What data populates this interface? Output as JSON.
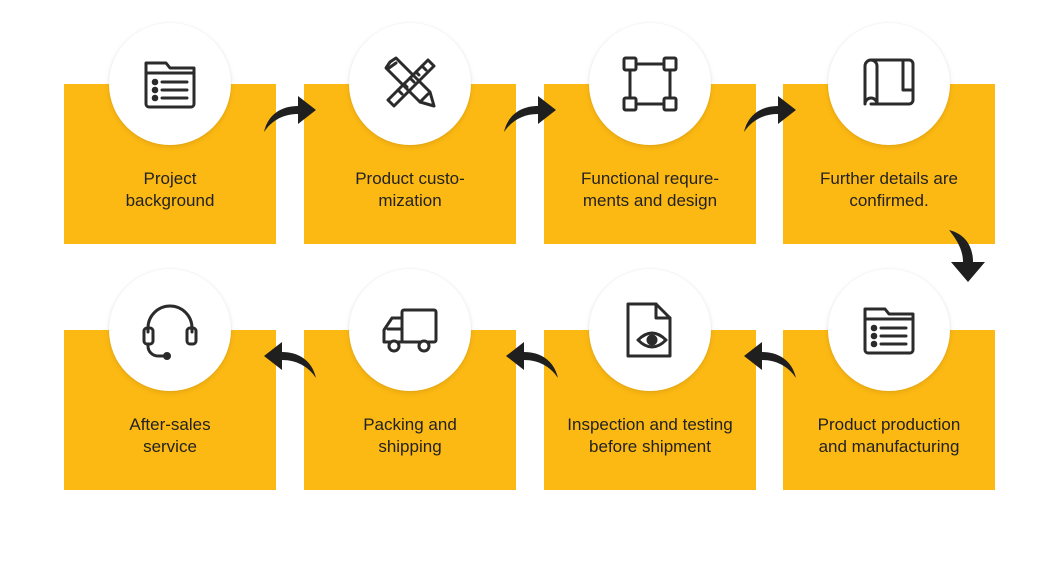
{
  "colors": {
    "box": "#FDB913",
    "icon_stroke": "#2b2b2b",
    "arrow": "#1f1f1f",
    "text": "#222222"
  },
  "steps": [
    {
      "lines": [
        "Project",
        "background"
      ],
      "icon": "document-list-icon"
    },
    {
      "lines": [
        "Product custo-",
        "mization"
      ],
      "icon": "pencil-ruler-icon"
    },
    {
      "lines": [
        "Functional requre-",
        "ments and design"
      ],
      "icon": "vector-frame-icon"
    },
    {
      "lines": [
        "Further details are",
        "confirmed."
      ],
      "icon": "blueprint-scroll-icon"
    },
    {
      "lines": [
        "Product production",
        "and manufacturing"
      ],
      "icon": "document-list-icon"
    },
    {
      "lines": [
        "Inspection and testing",
        "before shipment"
      ],
      "icon": "document-eye-icon"
    },
    {
      "lines": [
        "Packing and",
        "shipping"
      ],
      "icon": "delivery-truck-icon"
    },
    {
      "lines": [
        "After-sales",
        "service"
      ],
      "icon": "headset-icon"
    }
  ]
}
